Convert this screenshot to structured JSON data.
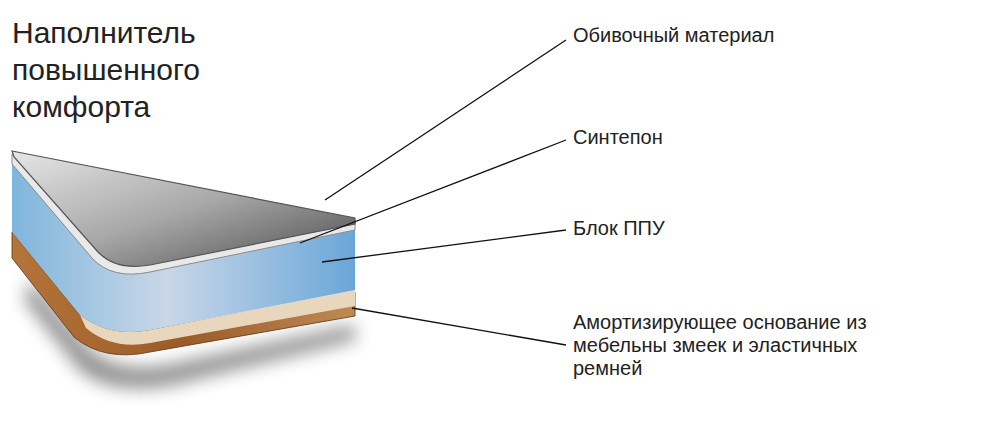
{
  "diagram": {
    "title": "Наполнитель повышенного комфорта",
    "labels": [
      "Обивочный материал",
      "Синтепон",
      "Блок ППУ",
      "Амортизирующее основание из мебельны змеек и эластичных ремней"
    ]
  }
}
